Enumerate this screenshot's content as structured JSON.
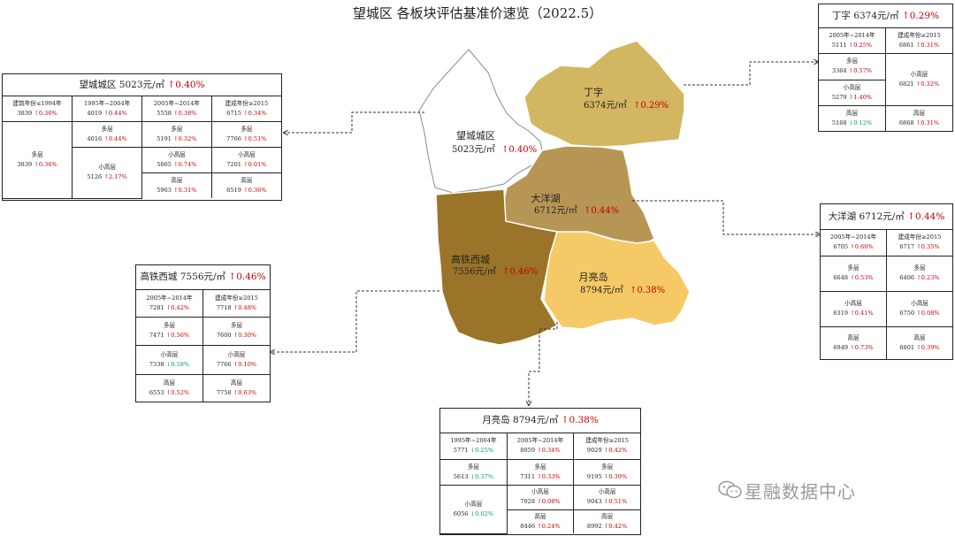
{
  "title": "望城区 各板块评估基准价速览（2022.5）",
  "colors": {
    "up": "#c00000",
    "down": "#00a04a"
  },
  "regions": {
    "wangcheng": {
      "name": "望城城区",
      "price": "5023元/㎡",
      "change": "↑0.40%",
      "fill": "#ffffff"
    },
    "dingzi": {
      "name": "丁字",
      "price": "6374元/㎡",
      "change": "↑0.29%",
      "fill": "#d2b661"
    },
    "dayanghu": {
      "name": "大洋湖",
      "price": "6712元/㎡",
      "change": "↑0.44%",
      "fill": "#b79554"
    },
    "gaotie": {
      "name": "高铁西城",
      "price": "7556元/㎡",
      "change": "↑0.46%",
      "fill": "#9a7428"
    },
    "yueliang": {
      "name": "月亮岛",
      "price": "8794元/㎡",
      "change": "↑0.38%",
      "fill": "#f5ca66"
    }
  },
  "boxes": {
    "wangcheng": {
      "title": "望城城区  5023元/㎡",
      "change": "↑0.40%",
      "row1": [
        {
          "label": "建筑年份≤1994年",
          "value": "3839",
          "change": "↑0.36%"
        },
        {
          "label": "1995年~2004年",
          "value": "4019",
          "change": "↑0.44%"
        },
        {
          "label": "2005年~2014年",
          "value": "5558",
          "change": "↑0.38%"
        },
        {
          "label": "建成年份≥2015",
          "value": "6715",
          "change": "↑0.34%"
        }
      ],
      "left": {
        "label": "多层",
        "value": "3839",
        "change": "↑0.36%"
      },
      "c2a": {
        "label": "多层",
        "value": "4016",
        "change": "↑0.44%"
      },
      "c2b": {
        "label": "小高层",
        "value": "5126",
        "change": "↑2.17%"
      },
      "c3": [
        {
          "label": "多层",
          "value": "5191",
          "change": "↑0.32%"
        },
        {
          "label": "小高层",
          "value": "5865",
          "change": "↑0.74%"
        },
        {
          "label": "高层",
          "value": "5963",
          "change": "↑0.31%"
        }
      ],
      "c4": [
        {
          "label": "多层",
          "value": "7766",
          "change": "↑0.51%"
        },
        {
          "label": "小高层",
          "value": "7201",
          "change": "↑0.01%"
        },
        {
          "label": "高层",
          "value": "6519",
          "change": "↑0.36%"
        }
      ]
    },
    "dingzi": {
      "title": "丁字  6374元/㎡",
      "change": "↑0.29%",
      "header": [
        {
          "label": "2005年~2014年",
          "value": "5111",
          "change": "↑0.25%"
        },
        {
          "label": "建成年份≥2015",
          "value": "6861",
          "change": "↑0.31%"
        }
      ],
      "left": [
        {
          "label": "多层",
          "value": "3364",
          "change": "↑0.57%"
        },
        {
          "label": "小高层",
          "value": "5279",
          "change": "↑1.40%"
        },
        {
          "label": "高层",
          "value": "5168",
          "change": "↓0.12%"
        }
      ],
      "right": [
        {
          "label": "小高层",
          "value": "6821",
          "change": "↑0.32%"
        },
        {
          "label": "高层",
          "value": "6868",
          "change": "↑0.31%"
        }
      ]
    },
    "dayanghu": {
      "title": "大洋湖  6712元/㎡",
      "change": "↑0.44%",
      "rows": [
        [
          {
            "label": "2005年~2014年",
            "value": "6705",
            "change": "↑0.60%"
          },
          {
            "label": "建成年份≥2015",
            "value": "6717",
            "change": "↑0.35%"
          }
        ],
        [
          {
            "label": "多层",
            "value": "6648",
            "change": "↑0.53%"
          },
          {
            "label": "多层",
            "value": "6406",
            "change": "↑0.23%"
          }
        ],
        [
          {
            "label": "小高层",
            "value": "6319",
            "change": "↑0.41%"
          },
          {
            "label": "小高层",
            "value": "6750",
            "change": "↑0.08%"
          }
        ],
        [
          {
            "label": "高层",
            "value": "6949",
            "change": "↑0.73%"
          },
          {
            "label": "高层",
            "value": "6801",
            "change": "↑0.39%"
          }
        ]
      ]
    },
    "gaotie": {
      "title": "高铁西城  7556元/㎡",
      "change": "↑0.46%",
      "rows": [
        [
          {
            "label": "2005年~2014年",
            "value": "7281",
            "change": "↑0.42%"
          },
          {
            "label": "建成年份≥2015",
            "value": "7718",
            "change": "↑0.48%"
          }
        ],
        [
          {
            "label": "多层",
            "value": "7471",
            "change": "↑0.56%"
          },
          {
            "label": "多层",
            "value": "7600",
            "change": "↑0.30%"
          }
        ],
        [
          {
            "label": "小高层",
            "value": "7338",
            "change": "↓0.58%"
          },
          {
            "label": "小高层",
            "value": "7766",
            "change": "↑0.10%"
          }
        ],
        [
          {
            "label": "高层",
            "value": "6553",
            "change": "↑0.52%"
          },
          {
            "label": "高层",
            "value": "7758",
            "change": "↑0.63%"
          }
        ]
      ]
    },
    "yueliang": {
      "title": "月亮岛  8794元/㎡",
      "change": "↑0.38%",
      "row1": [
        {
          "label": "1995年~2004年",
          "value": "5771",
          "change": "↓0.25%"
        },
        {
          "label": "2005年~2014年",
          "value": "8059",
          "change": "↑0.34%"
        },
        {
          "label": "建成年份≥2015",
          "value": "9029",
          "change": "↑0.42%"
        }
      ],
      "row2": [
        {
          "label": "多层",
          "value": "5613",
          "change": "↓0.37%"
        },
        {
          "label": "多层",
          "value": "7311",
          "change": "↑0.33%"
        },
        {
          "label": "多层",
          "value": "9195",
          "change": "↑0.39%"
        }
      ],
      "left": {
        "label": "小高层",
        "value": "6056",
        "change": "↓0.02%"
      },
      "c2": [
        {
          "label": "小高层",
          "value": "7928",
          "change": "↑0.08%"
        },
        {
          "label": "高层",
          "value": "8446",
          "change": "↑0.24%"
        }
      ],
      "c3": [
        {
          "label": "小高层",
          "value": "9043",
          "change": "↑0.51%"
        },
        {
          "label": "高层",
          "value": "8992",
          "change": "↑0.42%"
        }
      ]
    }
  },
  "watermark": "星融数据中心",
  "icons": {
    "watermark": "wechat-icon"
  }
}
